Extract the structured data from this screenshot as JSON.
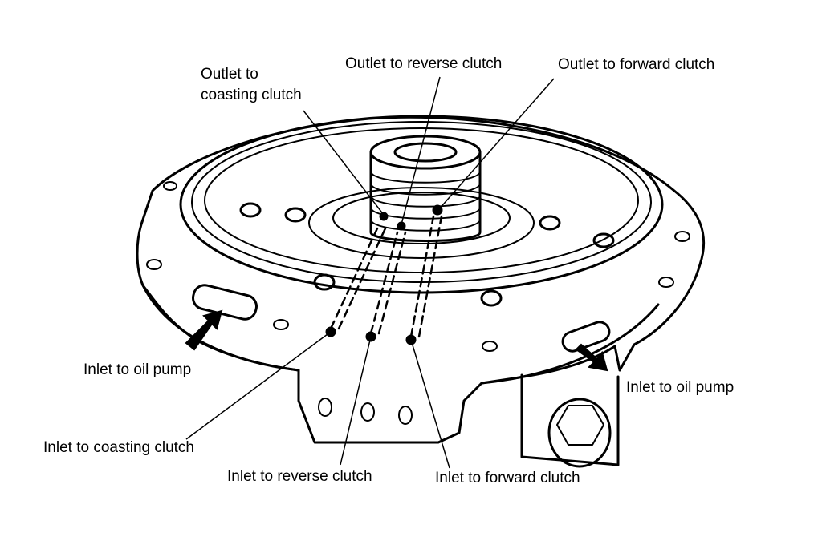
{
  "diagram": {
    "labels": {
      "outlet_coasting_line1": "Outlet to",
      "outlet_coasting_line2": "coasting clutch",
      "outlet_reverse": "Outlet to reverse clutch",
      "outlet_forward": "Outlet to forward clutch",
      "inlet_oil_pump_left": "Inlet to oil pump",
      "inlet_oil_pump_right": "Inlet to oil pump",
      "inlet_coasting": "Inlet to coasting clutch",
      "inlet_reverse": "Inlet to reverse clutch",
      "inlet_forward": "Inlet to forward clutch"
    }
  }
}
